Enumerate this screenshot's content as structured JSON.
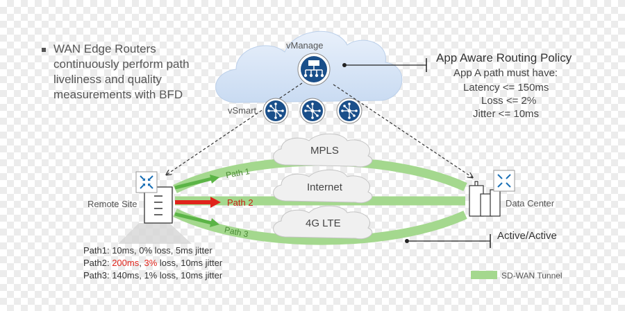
{
  "bullet": {
    "text": "WAN Edge Routers\ncontinuously perform path\nliveliness and quality\nmeasurements with BFD"
  },
  "policy": {
    "title": "App Aware Routing Policy",
    "subtitle": "App A path must have:",
    "latency": "Latency <= 150ms",
    "loss": "Loss <= 2%",
    "jitter": "Jitter <= 10ms"
  },
  "nodes": {
    "vmanage": "vManage",
    "vsmart": "vSmart",
    "remote_site": "Remote Site",
    "data_center": "Data Center"
  },
  "transports": {
    "mpls": "MPLS",
    "internet": "Internet",
    "lte": "4G LTE"
  },
  "paths": {
    "path1": "Path 1",
    "path2": "Path 2",
    "path3": "Path 3"
  },
  "stats": {
    "path1": "Path1: 10ms, 0% loss, 5ms jitter",
    "path2_prefix": "Path2: ",
    "path2_latency": "200ms",
    "path2_sep": ", ",
    "path2_loss": "3%",
    "path2_rest": " loss, 10ms jitter",
    "path3": "Path3: 140ms, 1% loss, 10ms jitter"
  },
  "mode": "Active/Active",
  "legend": {
    "tunnel": "SD-WAN Tunnel"
  },
  "colors": {
    "tunnel": "#a4d88e",
    "arrow_green": "#5bb446",
    "arrow_red": "#e0241b",
    "icon_blue": "#1a4f8a",
    "cloud_fill": "#dbe7f7",
    "transport_cloud": "#f0f0f0"
  },
  "icons": [
    "router-icon",
    "vmanage-hub-icon",
    "vsmart-hub-icon",
    "building-icon"
  ]
}
